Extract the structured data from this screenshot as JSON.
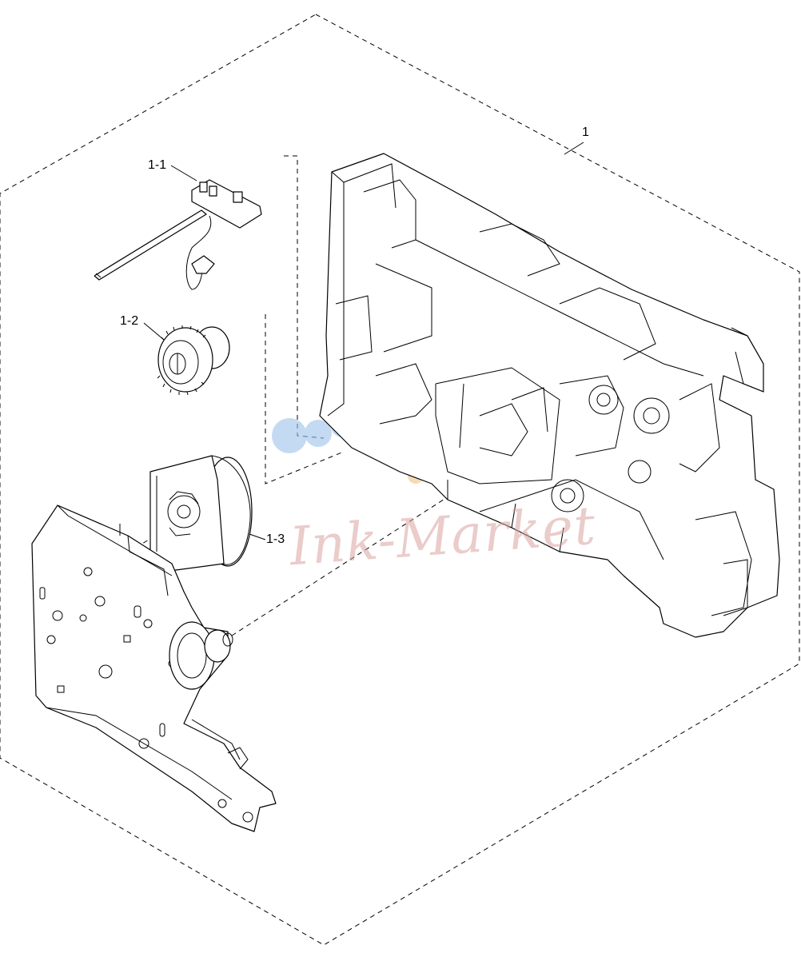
{
  "diagram": {
    "callouts": {
      "main_assembly": "1",
      "sensor_pcb": "1-1",
      "gear": "1-2",
      "motor": "1-3"
    },
    "watermark": "Ink-Market",
    "colors": {
      "line": "#000000",
      "watermark_text": "#d9a3a0",
      "watermark_blue": "#9ec3ea",
      "watermark_orange": "#f3c08a"
    }
  }
}
